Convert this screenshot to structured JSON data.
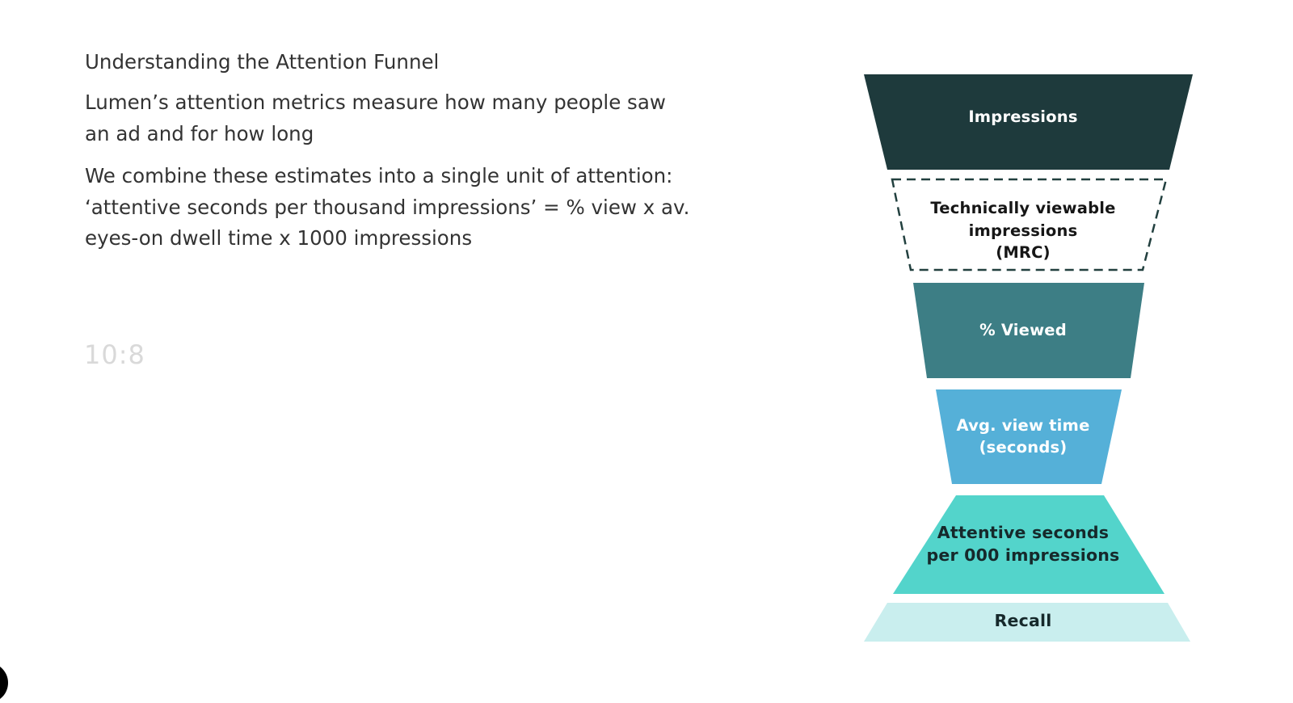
{
  "content": {
    "title": "Understanding the Attention Funnel",
    "paragraph1": "Lumen’s attention metrics measure how many people saw\nan ad and for how long",
    "paragraph2": "We combine these estimates into a single unit of attention:\n‘attentive seconds per thousand impressions’ = % view x av.\neyes-on dwell time x 1000 impressions",
    "ratio_label": "10:8"
  },
  "funnel": {
    "description": "attention-funnel-diagram",
    "segments": [
      {
        "id": "impressions",
        "label": "Impressions",
        "fill": "#1e3a3c",
        "text_color": "#ffffff",
        "style": "solid"
      },
      {
        "id": "technically-viewable",
        "label": "Technically viewable\nimpressions\n(MRC)",
        "fill": "#ffffff",
        "text_color": "#161616",
        "style": "dashed-outline",
        "border_color": "#22403f"
      },
      {
        "id": "pct-viewed",
        "label": "% Viewed",
        "fill": "#3d7e85",
        "text_color": "#ffffff",
        "style": "solid"
      },
      {
        "id": "avg-view-time",
        "label": "Avg. view time\n(seconds)",
        "fill": "#55b0d8",
        "text_color": "#ffffff",
        "style": "solid"
      },
      {
        "id": "attentive-seconds",
        "label": "Attentive seconds\nper 000 impressions",
        "fill": "#53d4cb",
        "text_color": "#16292b",
        "style": "solid",
        "shape": "inverted"
      },
      {
        "id": "recall",
        "label": "Recall",
        "fill": "#c9eeee",
        "text_color": "#16292b",
        "style": "solid",
        "shape": "inverted"
      }
    ]
  }
}
